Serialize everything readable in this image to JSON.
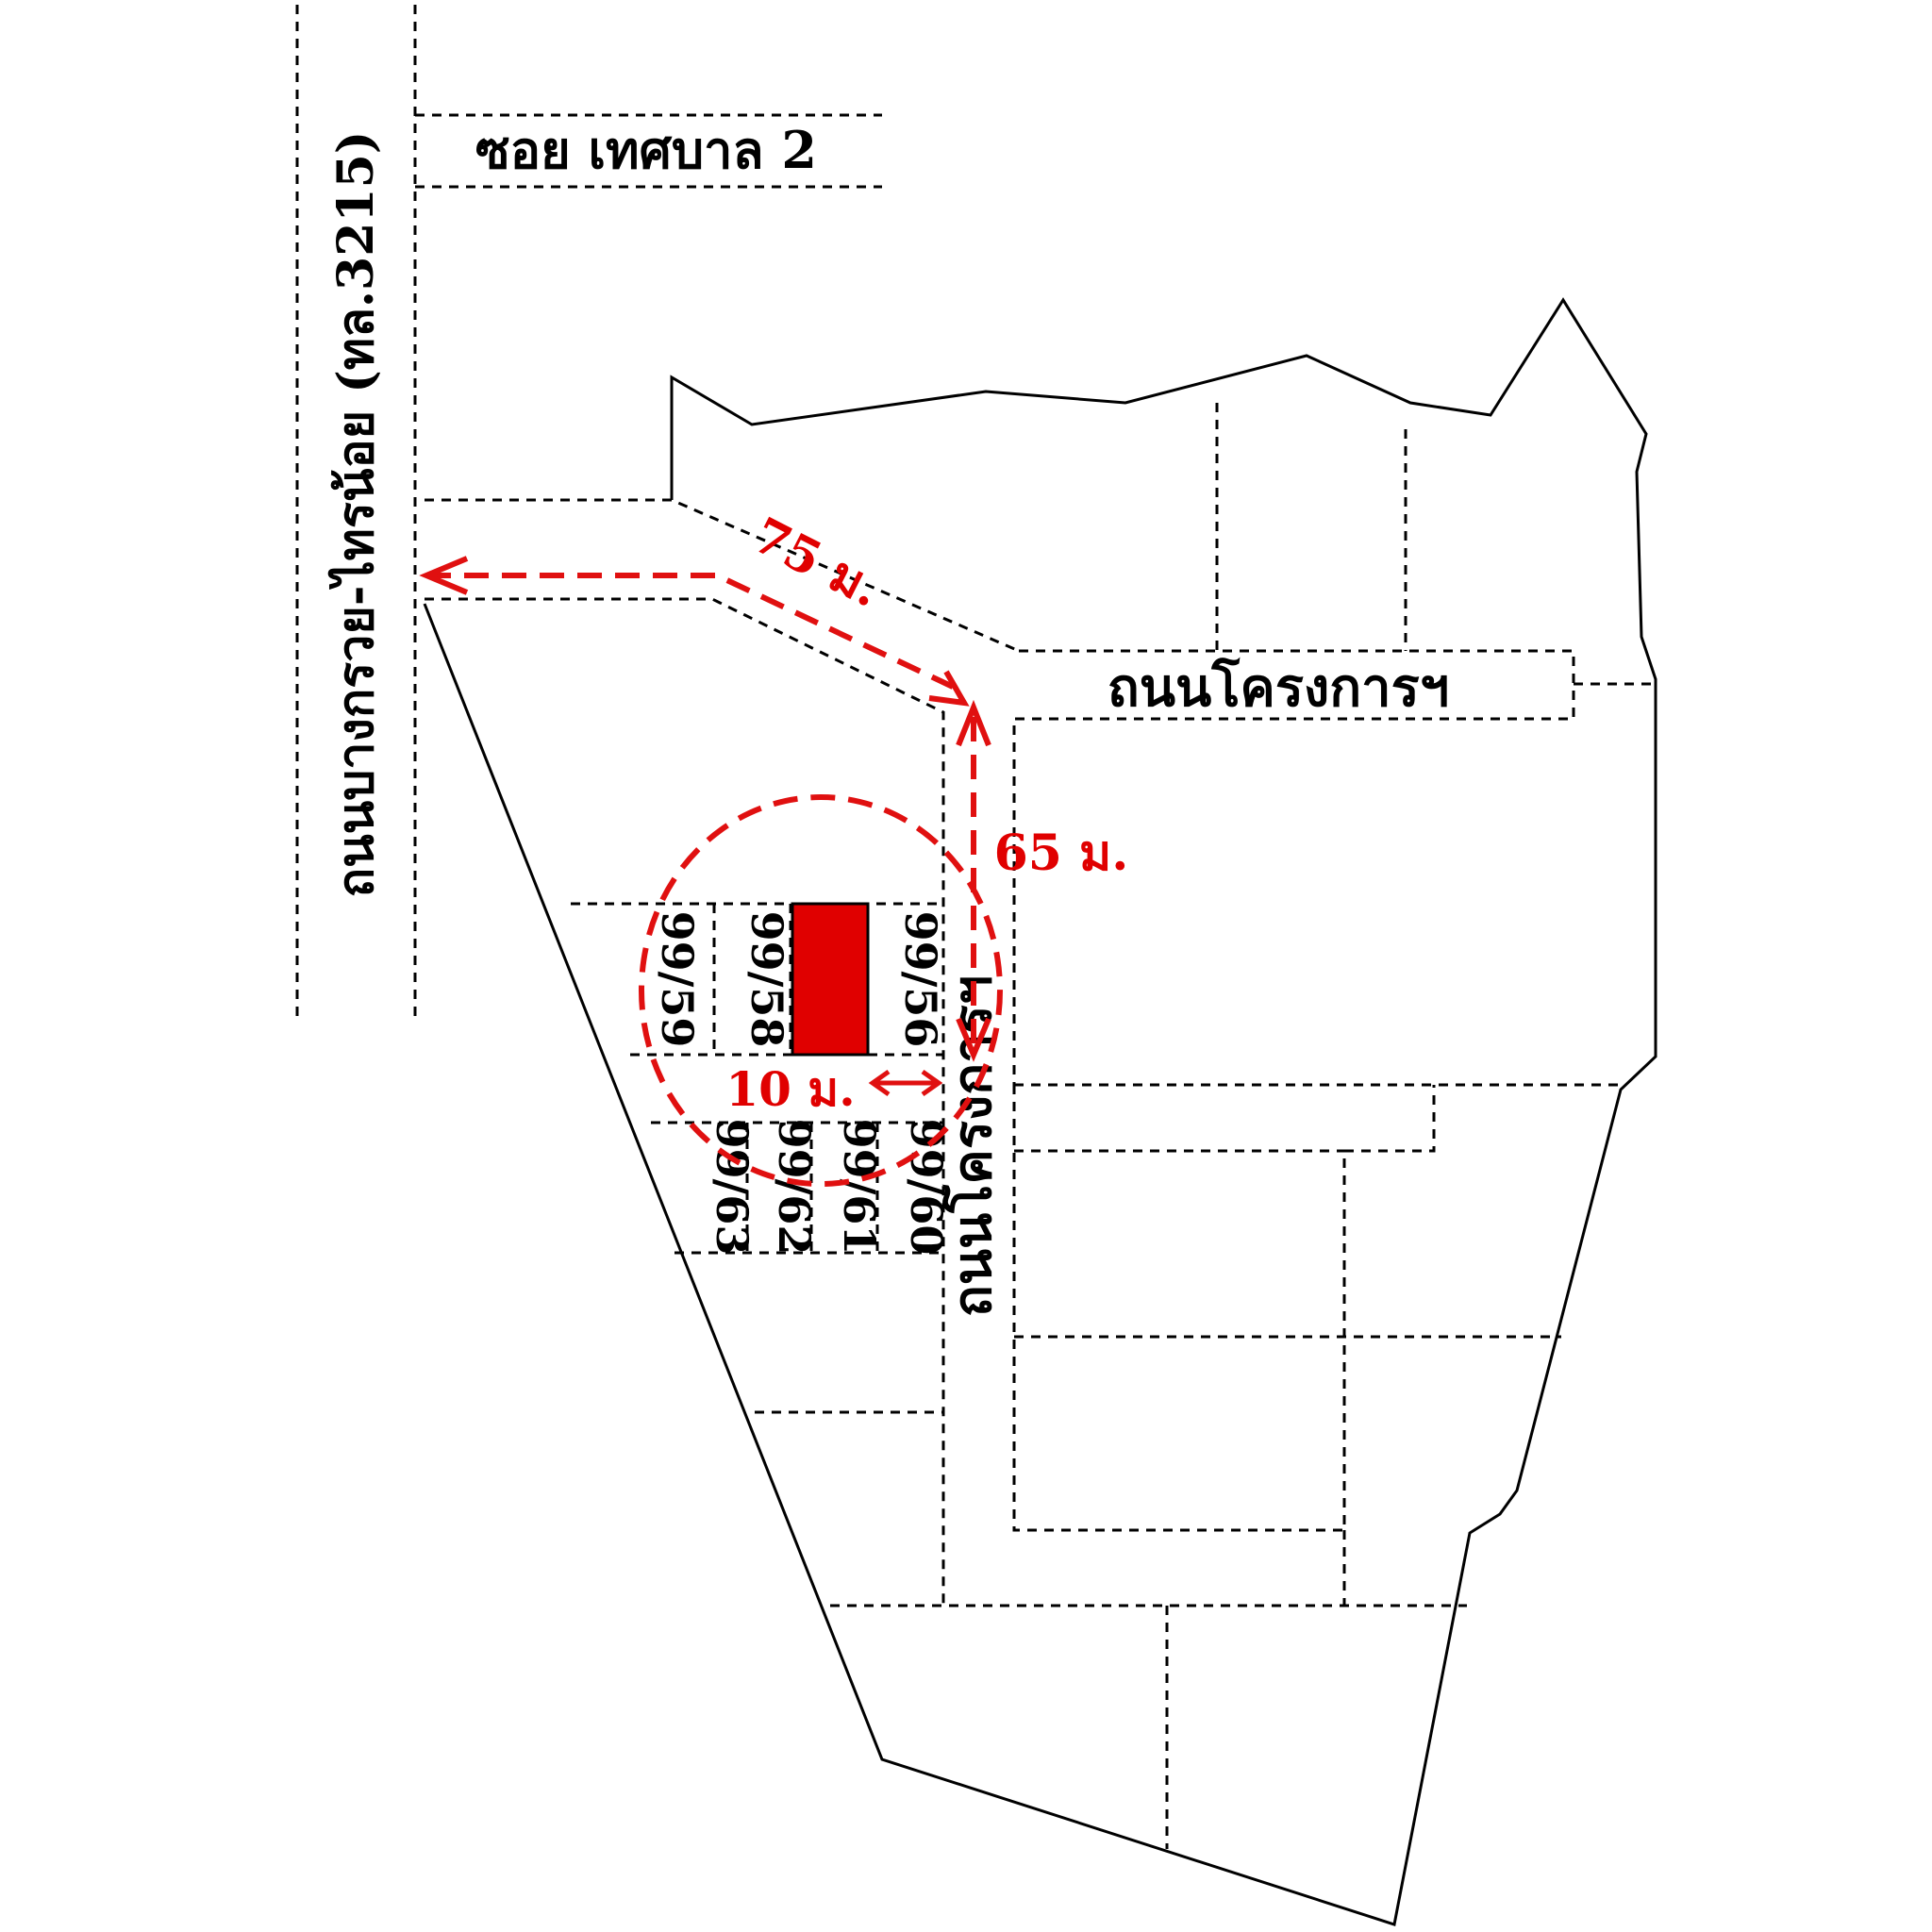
{
  "roads": {
    "main_road": "ถนนบางกรวย-ไทรน้อย (ทล.3215)",
    "soi": "ซอย เทศบาล 2",
    "project_road_h": "ถนนโครงการฯ",
    "project_road_v": "ถนนโครงการฯ"
  },
  "plots": {
    "upper": [
      "99/59",
      "99/58",
      "99/56"
    ],
    "lower": [
      "99/63",
      "99/62",
      "99/61",
      "99/60"
    ]
  },
  "distances": {
    "d75": "75 ม.",
    "d65": "65 ม.",
    "d10": "10 ม."
  },
  "colors": {
    "target_plot": "#e00000",
    "route": "#e01010",
    "lines": "#000000"
  },
  "icons": [
    "arrow-head-icon",
    "double-arrow-icon",
    "circle-highlight-icon"
  ]
}
